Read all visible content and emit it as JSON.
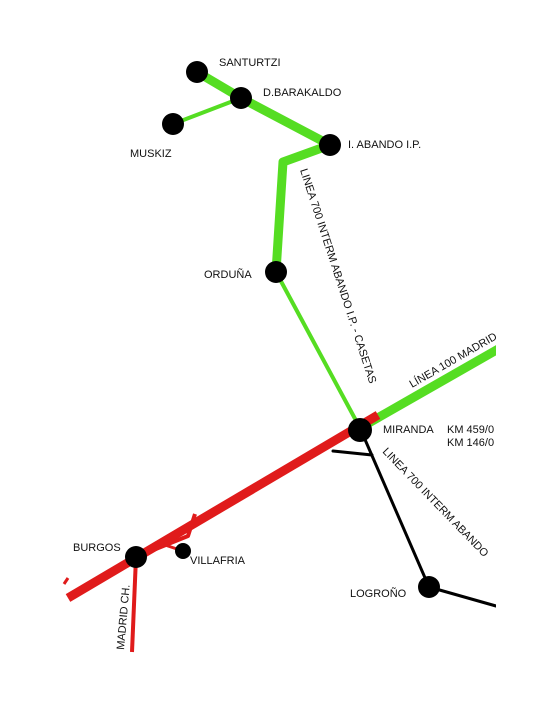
{
  "colors": {
    "green_line": "#55dd22",
    "red_line": "#e01b1b",
    "black_line": "#000000",
    "station": "#000000",
    "text": "#111111",
    "background": "#ffffff"
  },
  "stations": {
    "santurtzi": "SANTURTZI",
    "barakaldo": "D.BARAKALDO",
    "muskiz": "MUSKIZ",
    "abando": "I. ABANDO I.P.",
    "orduna": "ORDUÑA",
    "miranda": "MIRANDA",
    "burgos": "BURGOS",
    "villafria": "VILLAFRIA",
    "logrono": "LOGROÑO"
  },
  "km_labels": {
    "miranda_km1": "KM 459/0",
    "miranda_km2": "KM 146/0"
  },
  "line_labels": {
    "linea700_upper": "LINEA 700 INTERM ABANDO I.P. - CASETAS",
    "linea100": "LÍNEA 100 MADRID",
    "linea700_lower": "LINEA 700 INTERM ABANDO",
    "madrid_ch": "MADRID CH."
  }
}
